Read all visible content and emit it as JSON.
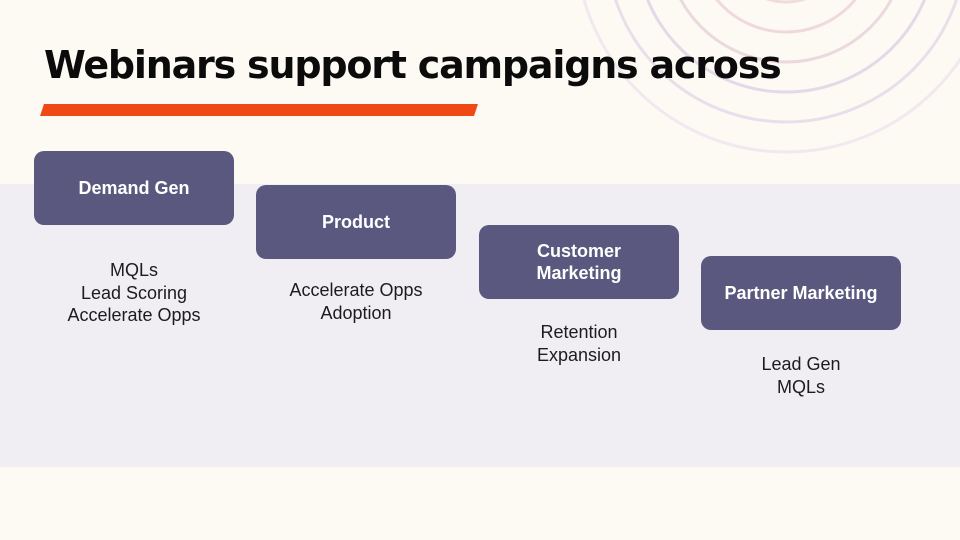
{
  "slide": {
    "title": "Webinars support campaigns across",
    "colors": {
      "background": "#fdf9f3",
      "band": "#f1eef3",
      "accent_bar": "#ef4a16",
      "box_fill": "#5b5880",
      "box_text": "#ffffff",
      "title_text": "#0b0b0b"
    },
    "columns": [
      {
        "heading": "Demand Gen",
        "items": [
          "MQLs",
          "Lead Scoring",
          "Accelerate Opps"
        ]
      },
      {
        "heading": "Product",
        "items": [
          "Accelerate Opps",
          "Adoption"
        ]
      },
      {
        "heading": "Customer Marketing",
        "items": [
          "Retention",
          "Expansion"
        ]
      },
      {
        "heading": "Partner Marketing",
        "items": [
          "Lead Gen",
          "MQLs"
        ]
      }
    ]
  }
}
